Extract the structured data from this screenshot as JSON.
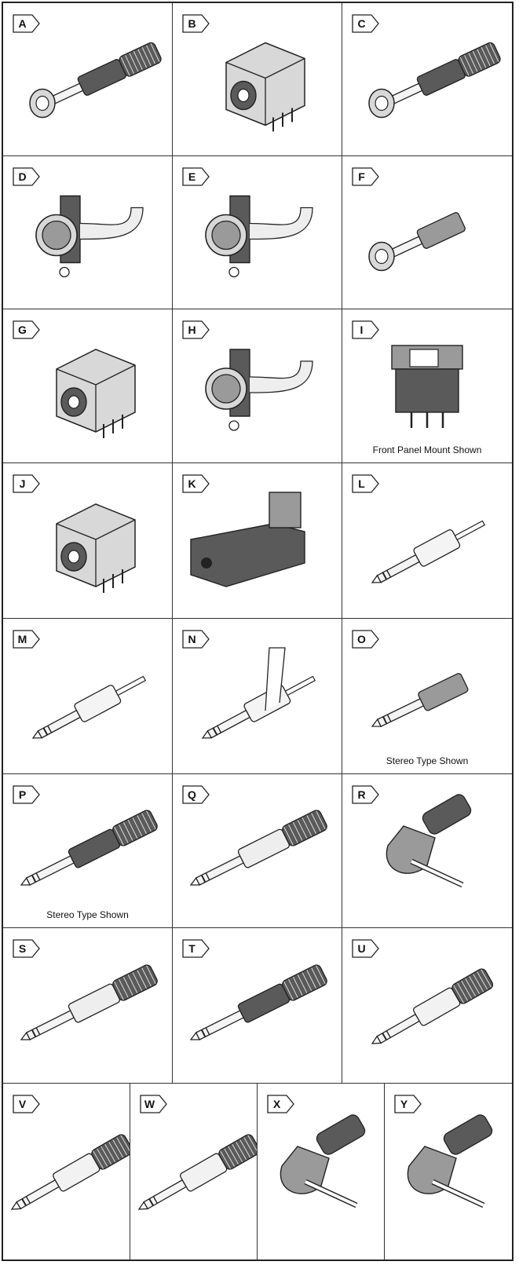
{
  "rows": [
    {
      "cells": [
        {
          "letter": "A",
          "kind": "inline-jack",
          "caption": ""
        },
        {
          "letter": "B",
          "kind": "pcb-jack",
          "caption": ""
        },
        {
          "letter": "C",
          "kind": "inline-jack-slim",
          "caption": ""
        }
      ]
    },
    {
      "cells": [
        {
          "letter": "D",
          "kind": "panel-jack",
          "caption": ""
        },
        {
          "letter": "E",
          "kind": "panel-jack",
          "caption": ""
        },
        {
          "letter": "F",
          "kind": "barrel-jack",
          "caption": ""
        }
      ]
    },
    {
      "cells": [
        {
          "letter": "G",
          "kind": "pcb-jack-long",
          "caption": ""
        },
        {
          "letter": "H",
          "kind": "panel-jack",
          "caption": ""
        },
        {
          "letter": "I",
          "kind": "square-panel-socket",
          "caption": "Front Panel Mount Shown"
        }
      ]
    },
    {
      "cells": [
        {
          "letter": "J",
          "kind": "square-pcb-socket",
          "caption": ""
        },
        {
          "letter": "K",
          "kind": "right-angle-socket",
          "caption": ""
        },
        {
          "letter": "L",
          "kind": "solder-plug",
          "caption": ""
        }
      ]
    },
    {
      "cells": [
        {
          "letter": "M",
          "kind": "solder-plug",
          "caption": ""
        },
        {
          "letter": "N",
          "kind": "solder-plug-lug",
          "caption": ""
        },
        {
          "letter": "O",
          "kind": "molded-plug",
          "caption": "Stereo Type Shown"
        }
      ]
    },
    {
      "cells": [
        {
          "letter": "P",
          "kind": "hex-plug",
          "caption": "Stereo Type Shown"
        },
        {
          "letter": "Q",
          "kind": "metal-plug",
          "caption": ""
        },
        {
          "letter": "R",
          "kind": "right-angle-plug",
          "caption": ""
        }
      ]
    },
    {
      "cells": [
        {
          "letter": "S",
          "kind": "metal-plug",
          "caption": ""
        },
        {
          "letter": "T",
          "kind": "hex-plug",
          "caption": ""
        },
        {
          "letter": "U",
          "kind": "knurled-plug",
          "caption": ""
        }
      ]
    },
    {
      "cells": [
        {
          "letter": "V",
          "kind": "knurled-plug",
          "caption": ""
        },
        {
          "letter": "W",
          "kind": "knurled-plug",
          "caption": ""
        },
        {
          "letter": "X",
          "kind": "right-angle-plug-tall",
          "caption": ""
        },
        {
          "letter": "Y",
          "kind": "right-angle-plug",
          "caption": ""
        }
      ]
    }
  ]
}
